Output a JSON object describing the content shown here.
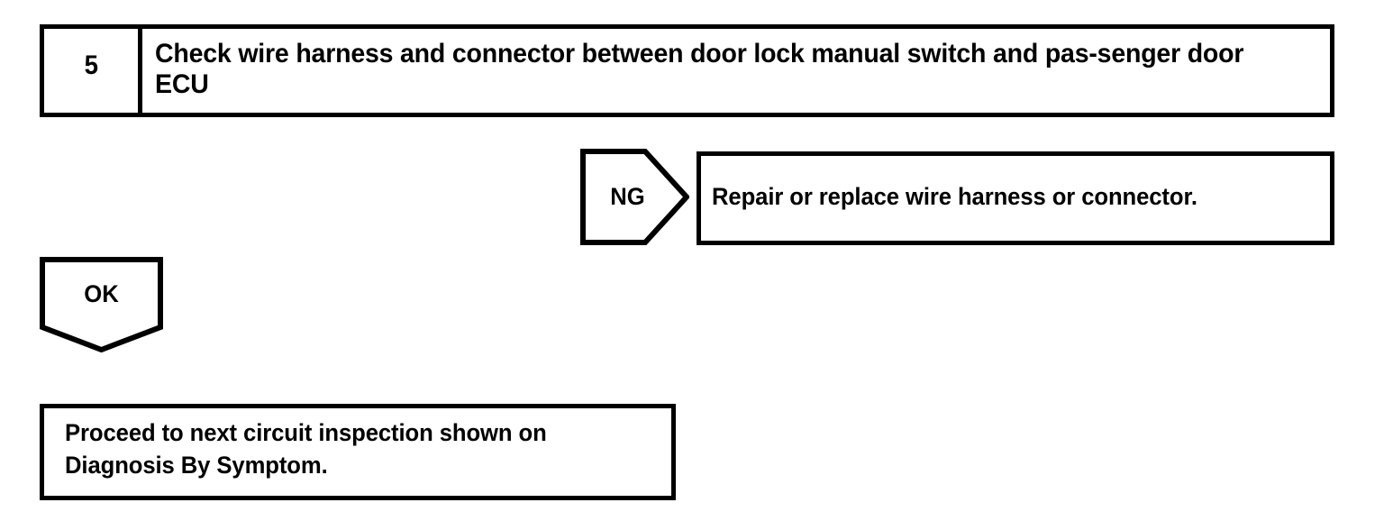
{
  "diagram": {
    "type": "diagnostic-flowchart",
    "colors": {
      "line": "#000000",
      "background": "#ffffff",
      "text": "#000000"
    },
    "step": {
      "number": "5",
      "instruction": "Check wire harness and connector between door lock manual switch and pas-senger door ECU"
    },
    "branches": {
      "ng": {
        "label": "NG",
        "result": "Repair or replace wire harness or connector."
      },
      "ok": {
        "label": "OK",
        "result": "Proceed to next circuit inspection shown on Diagnosis By Symptom."
      }
    }
  }
}
